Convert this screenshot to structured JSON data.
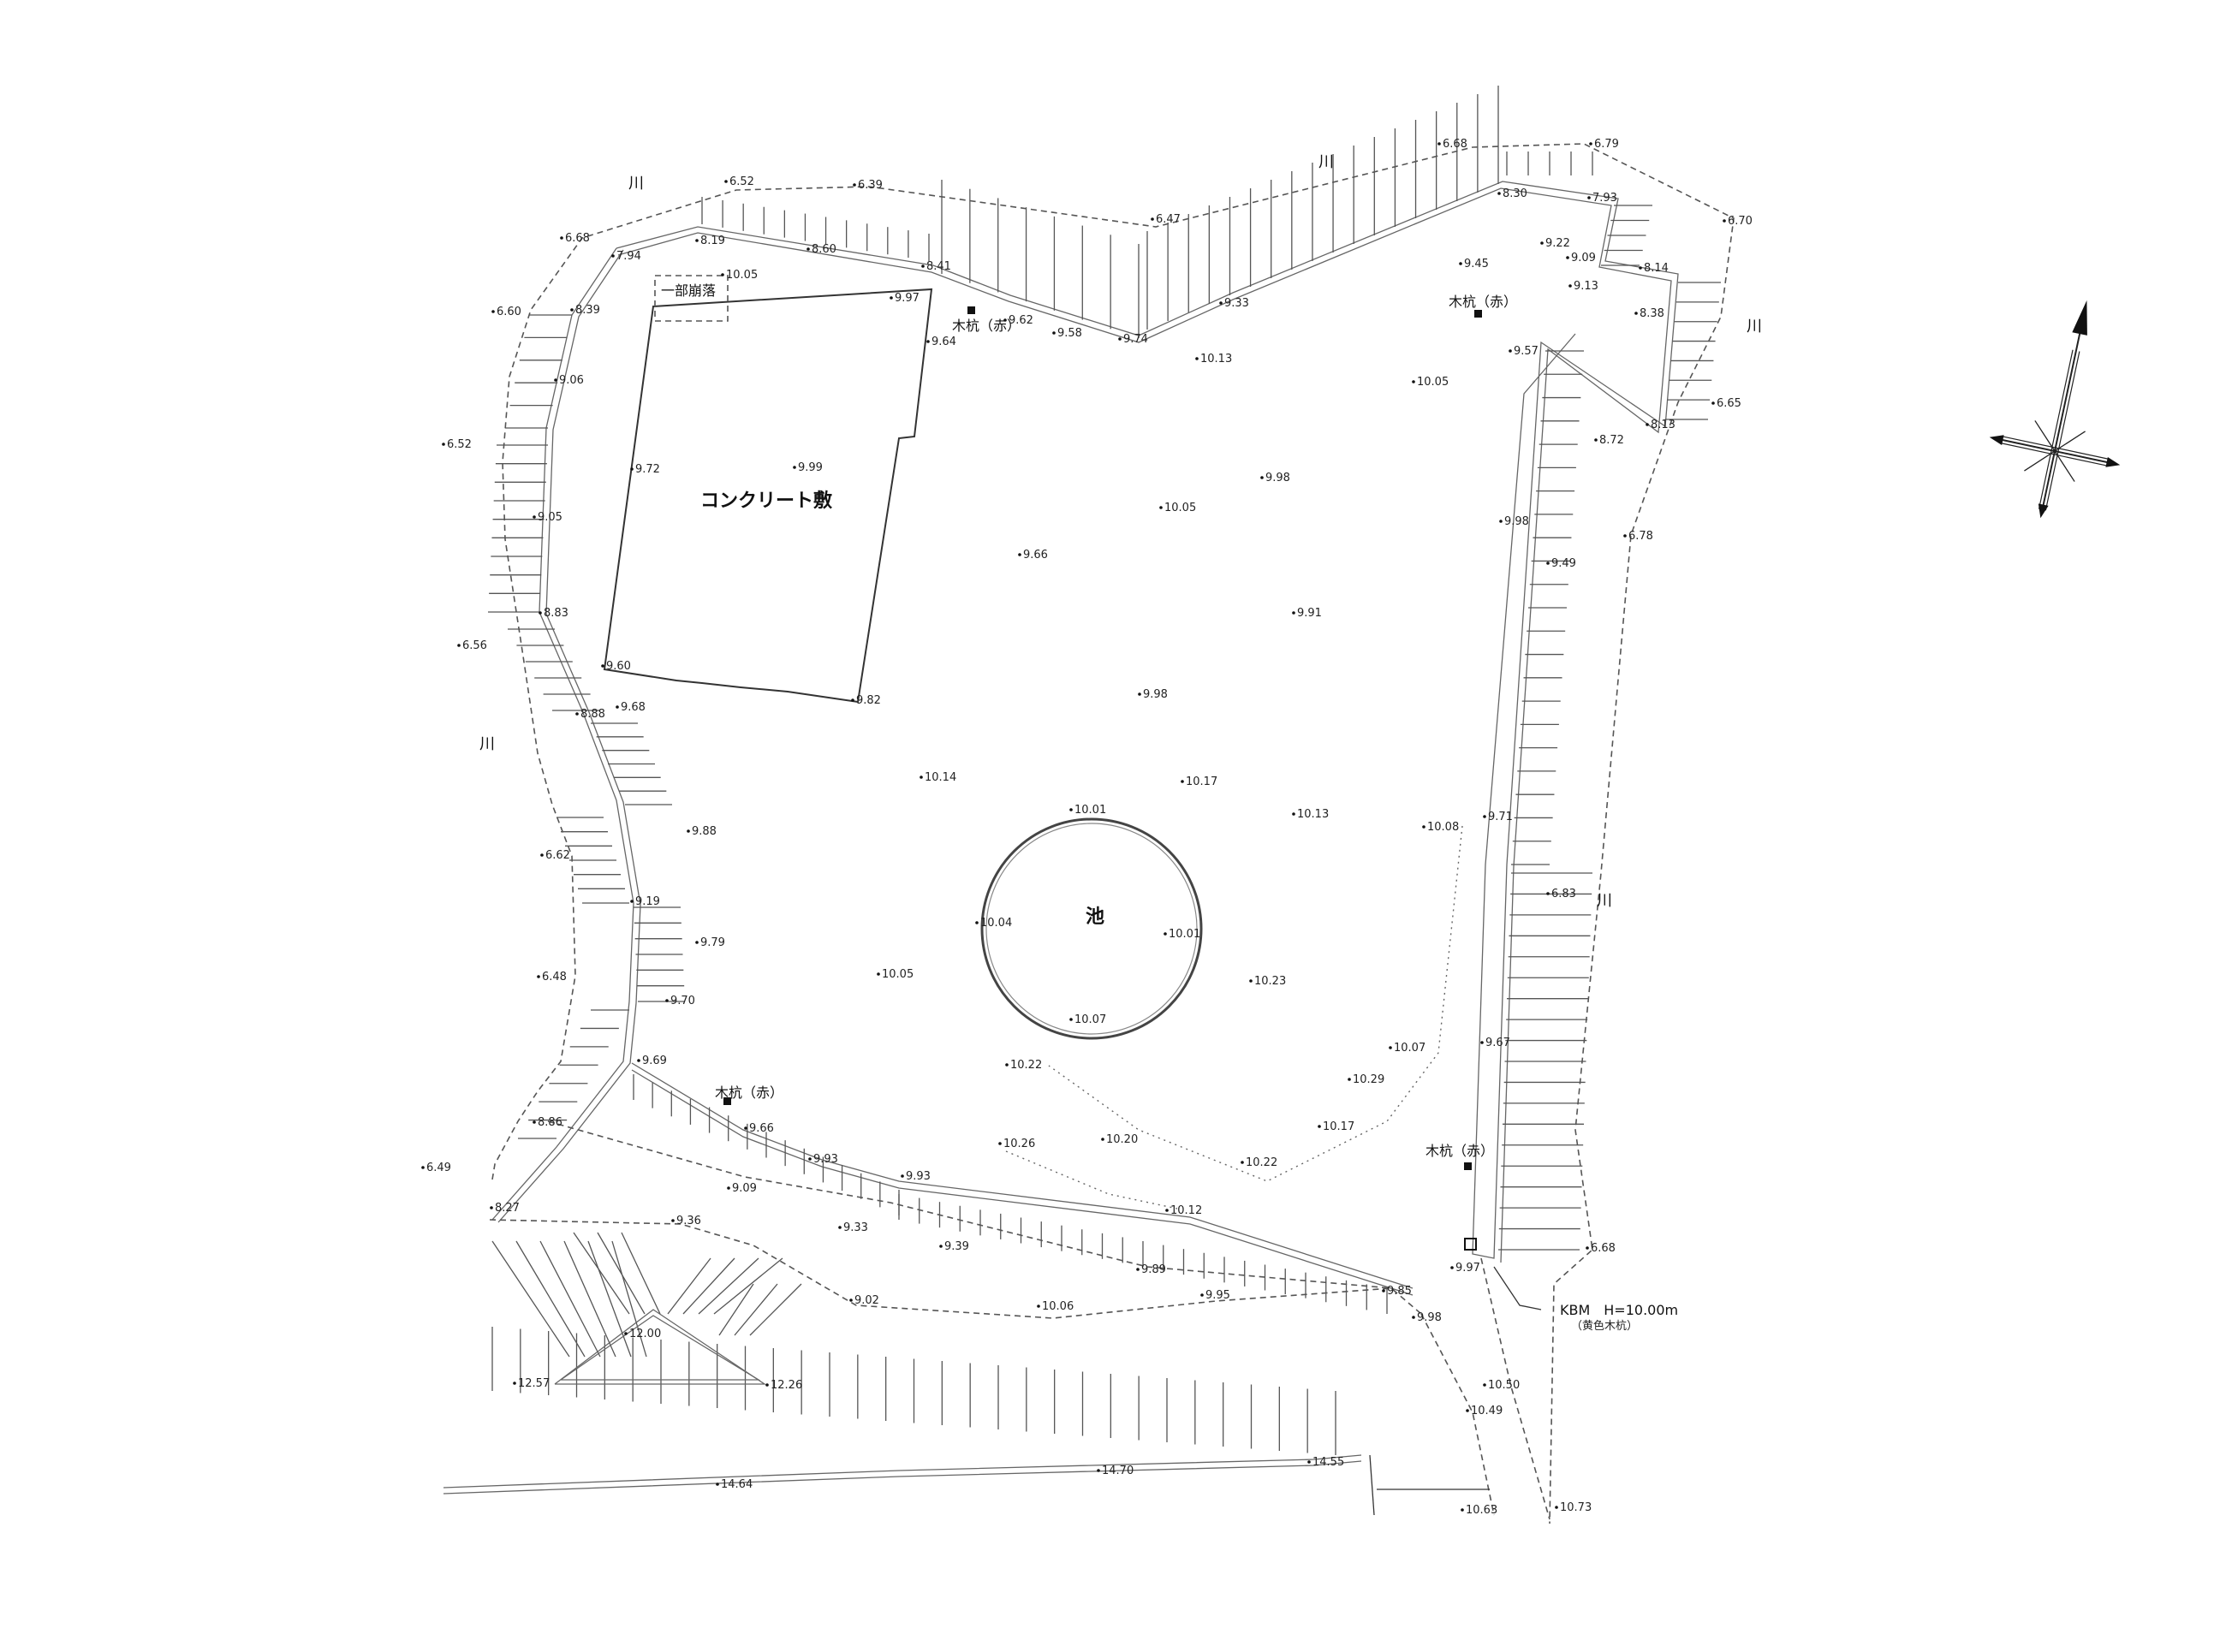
{
  "labels": {
    "concrete": "コンクリート敷",
    "pond": "池",
    "partial_collapse": "一部崩落",
    "river": "川",
    "stake_red": "木杭（赤）",
    "kbm": "KBM　H=10.00m",
    "kbm_note": "（黄色木杭）"
  },
  "icons": {
    "stake": "square-marker-icon",
    "kbm": "kbm-marker-icon",
    "north": "north-arrow-icon"
  },
  "elevations": {
    "e_652_top": "6.52",
    "e_639_top": "6.39",
    "e_668_nw": "6.68",
    "e_660_w": "6.60",
    "e_652_w": "6.52",
    "e_656_w": "6.56",
    "e_662_w": "6.62",
    "e_648_w": "6.48",
    "e_649_sw": "6.49",
    "e_647_n": "6.47",
    "e_668_ne": "6.68",
    "e_679_ne": "6.79",
    "e_670_e": "6.70",
    "e_665_e": "6.65",
    "e_678_e": "6.78",
    "e_683_e": "6.83",
    "e_668_se": "6.68",
    "e_794": "7.94",
    "e_819": "8.19",
    "e_860": "8.60",
    "e_841": "8.41",
    "e_839": "8.39",
    "e_906": "9.06",
    "e_905": "9.05",
    "e_883": "8.83",
    "e_888": "8.88",
    "e_1005_cc": "10.05",
    "e_997_cc": "9.97",
    "e_972": "9.72",
    "e_999": "9.99",
    "e_960": "9.60",
    "e_982": "9.82",
    "e_964": "9.64",
    "e_962": "9.62",
    "e_958": "9.58",
    "e_974": "9.74",
    "e_933_n": "9.33",
    "e_1013_n": "10.13",
    "e_830": "8.30",
    "e_793": "7.93",
    "e_945": "9.45",
    "e_922": "9.22",
    "e_909_ne": "9.09",
    "e_913": "9.13",
    "e_814": "8.14",
    "e_838": "8.38",
    "e_957": "9.57",
    "e_1005_ne": "10.05",
    "e_813": "8.13",
    "e_872": "8.72",
    "e_998_a": "9.98",
    "e_1005_c": "10.05",
    "e_998_e": "9.98",
    "e_966": "9.66",
    "e_949": "9.49",
    "e_991": "9.91",
    "e_998_c": "9.98",
    "e_968": "9.68",
    "e_988": "9.88",
    "e_919": "9.19",
    "e_979": "9.79",
    "e_970": "9.70",
    "e_969": "9.69",
    "e_1014": "10.14",
    "e_1017_c": "10.17",
    "e_1001_top": "10.01",
    "e_1013_c": "10.13",
    "e_1008": "10.08",
    "e_971": "9.71",
    "e_1004": "10.04",
    "e_1001_r": "10.01",
    "e_1005_sw": "10.05",
    "e_1023": "10.23",
    "e_1007": "10.07",
    "e_1007_e": "10.07",
    "e_967": "9.67",
    "e_1022_a": "10.22",
    "e_1029": "10.29",
    "e_1017_s": "10.17",
    "e_1026": "10.26",
    "e_1020": "10.20",
    "e_1022_b": "10.22",
    "e_966_s": "9.66",
    "e_886": "8.86",
    "e_993_a": "9.93",
    "e_993_b": "9.93",
    "e_909_s": "9.09",
    "e_1012": "10.12",
    "e_827": "8.27",
    "e_936": "9.36",
    "e_933_s": "9.33",
    "e_939": "9.39",
    "e_989": "9.89",
    "e_997_kbm": "9.97",
    "e_985": "9.85",
    "e_998_s": "9.98",
    "e_902": "9.02",
    "e_1006": "10.06",
    "e_995": "9.95",
    "e_1200": "12.00",
    "e_1257": "12.57",
    "e_1226": "12.26",
    "e_1050": "10.50",
    "e_1049": "10.49",
    "e_1464": "14.64",
    "e_1470": "14.70",
    "e_1455": "14.55",
    "e_1063": "10.63",
    "e_1073": "10.73"
  }
}
